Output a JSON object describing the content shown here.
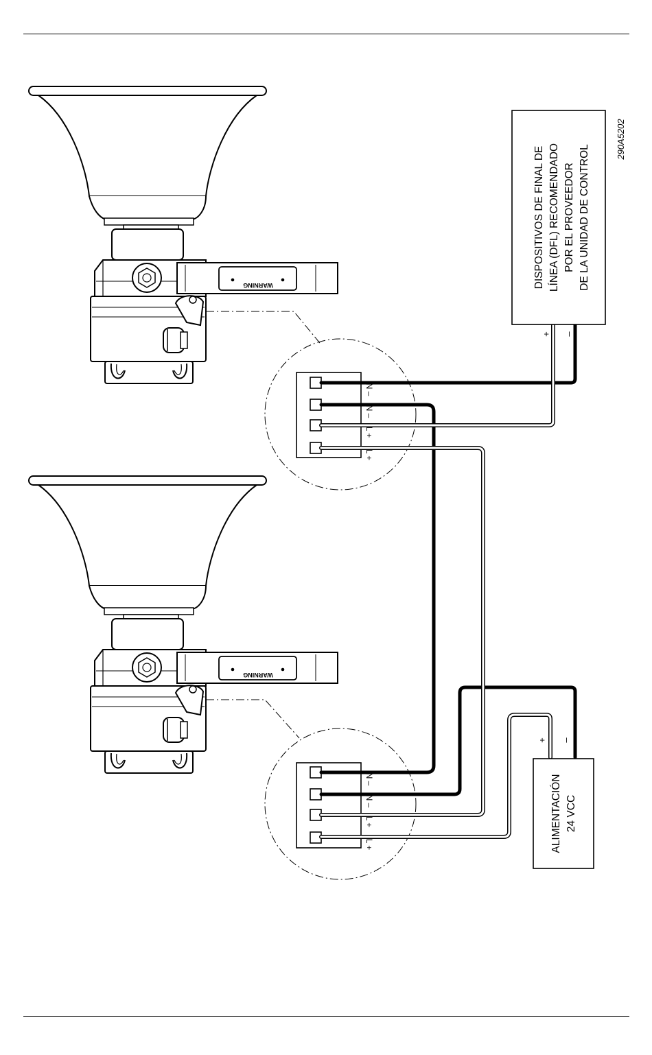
{
  "drawing_id": "290A5202",
  "eol_box": {
    "lines": [
      "DISPOSITIVOS DE FINAL DE",
      "LÍNEA (DFL) RECOMENDADO",
      "POR EL PROVEEDOR",
      "DE LA UNIDAD DE CONTROL"
    ],
    "plus": "+",
    "minus": "–"
  },
  "power_box": {
    "lines": [
      "ALIMENTACIÓN",
      "24 VCC"
    ],
    "plus": "+",
    "minus": "–"
  },
  "horn_label": "WARNING",
  "terminal_labels": [
    "N –",
    "N –",
    "L +",
    "L +"
  ],
  "colors": {
    "line": "#000000",
    "background": "#ffffff"
  }
}
